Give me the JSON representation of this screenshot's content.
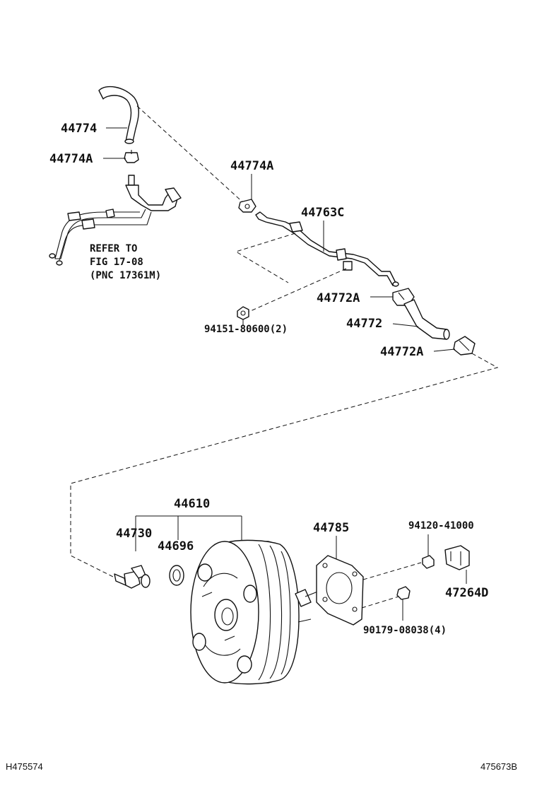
{
  "parts": {
    "p44774": "44774",
    "p44774A_left": "44774A",
    "p44774A_mid": "44774A",
    "p44763C": "44763C",
    "p44772A_upper": "44772A",
    "p44772": "44772",
    "p44772A_lower": "44772A",
    "p94151": "94151-80600(2)",
    "p44610": "44610",
    "p44730": "44730",
    "p44696": "44696",
    "p44785": "44785",
    "p94120": "94120-41000",
    "p47264D": "47264D",
    "p90179": "90179-08038(4)"
  },
  "reference": {
    "line1": "REFER TO",
    "line2": "FIG 17-08",
    "line3": "(PNC 17361M)"
  },
  "footer": {
    "left_code": "H475574",
    "right_code": "475673B"
  }
}
